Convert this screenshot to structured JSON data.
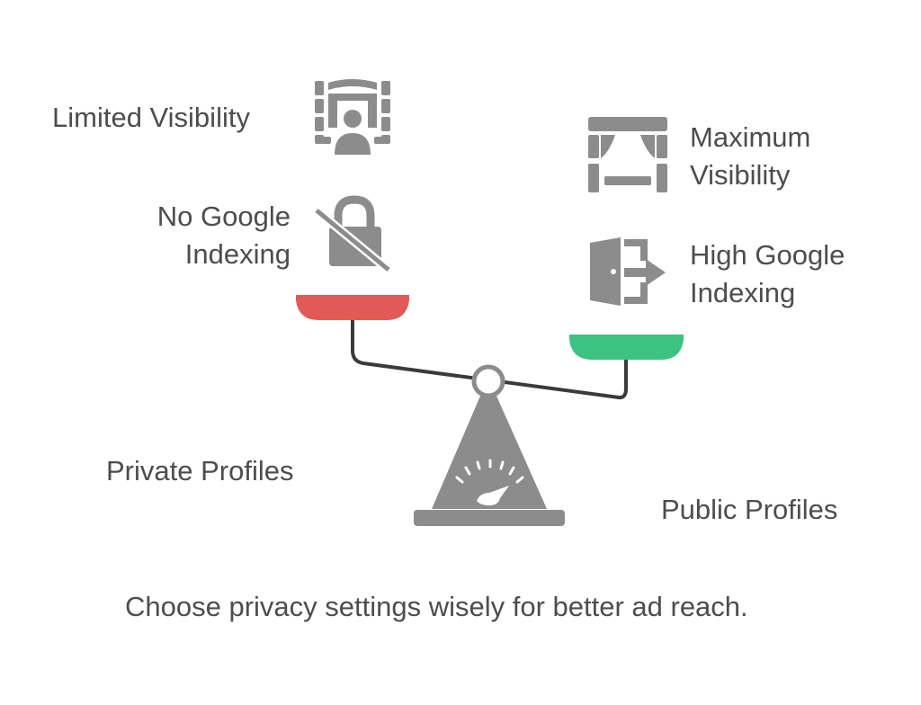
{
  "labels": {
    "limited_visibility": "Limited Visibility",
    "no_google_indexing": [
      "No Google",
      "Indexing"
    ],
    "maximum_visibility": [
      "Maximum",
      "Visibility"
    ],
    "high_google_indexing": [
      "High Google",
      "Indexing"
    ],
    "private_profiles": "Private Profiles",
    "public_profiles": "Public Profiles",
    "caption": "Choose privacy settings wisely for better ad reach."
  },
  "colors": {
    "left_pan": "#e25a55",
    "right_pan": "#3ec282",
    "icon_gray": "#8c8c8c",
    "beam": "#3a3a3a",
    "text": "#4d4d4d"
  },
  "icons": {
    "limited_visibility": "theater-seats-icon",
    "no_google_indexing": "lock-slash-icon",
    "maximum_visibility": "stage-curtain-icon",
    "high_google_indexing": "door-exit-icon",
    "base": "speedometer-icon"
  }
}
